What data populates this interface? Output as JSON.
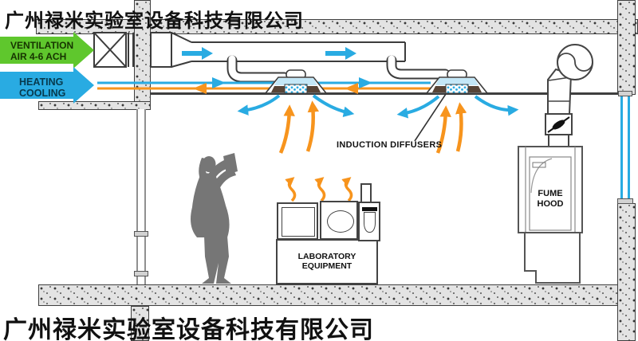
{
  "header": {
    "company_name": "广州禄米实验室设备科技有限公司"
  },
  "footer": {
    "company_name": "广州禄米实验室设备科技有限公司"
  },
  "labels": {
    "ventilation_line1": "VENTILATION",
    "ventilation_line2": "AIR 4-6 ACH",
    "heating_line1": "HEATING",
    "heating_line2": "COOLING",
    "induction_diffusers": "INDUCTION DIFFUSERS",
    "laboratory_line1": "LABORATORY",
    "laboratory_line2": "EQUIPMENT",
    "fume_line1": "FUME",
    "fume_line2": "HOOD"
  },
  "icons": {
    "supply_air_arrow": "green-right-arrow",
    "heating_cooling_arrow": "blue-right-arrow",
    "duct_airflow_arrow": "blue-right-arrow",
    "pipe_supply_arrow": "blue-right-arrow",
    "pipe_return_arrow": "orange-left-arrow",
    "diffuser_discharge_arrow": "blue-curved-arrow",
    "thermal_plume_arrow": "orange-up-arrow",
    "heat_wavy_arrow": "orange-wavy-up-arrow",
    "exhaust_fan": "fan-circle",
    "damper": "butterfly-damper"
  },
  "colors": {
    "supply_green": "#5fc72d",
    "air_blue": "#29abe2",
    "heat_orange": "#f7941d",
    "diffuser_lightblue": "#c3e7f7",
    "diffuser_brown": "#564437",
    "silhouette_gray": "#767676",
    "concrete_gray": "#e3e3e3"
  }
}
